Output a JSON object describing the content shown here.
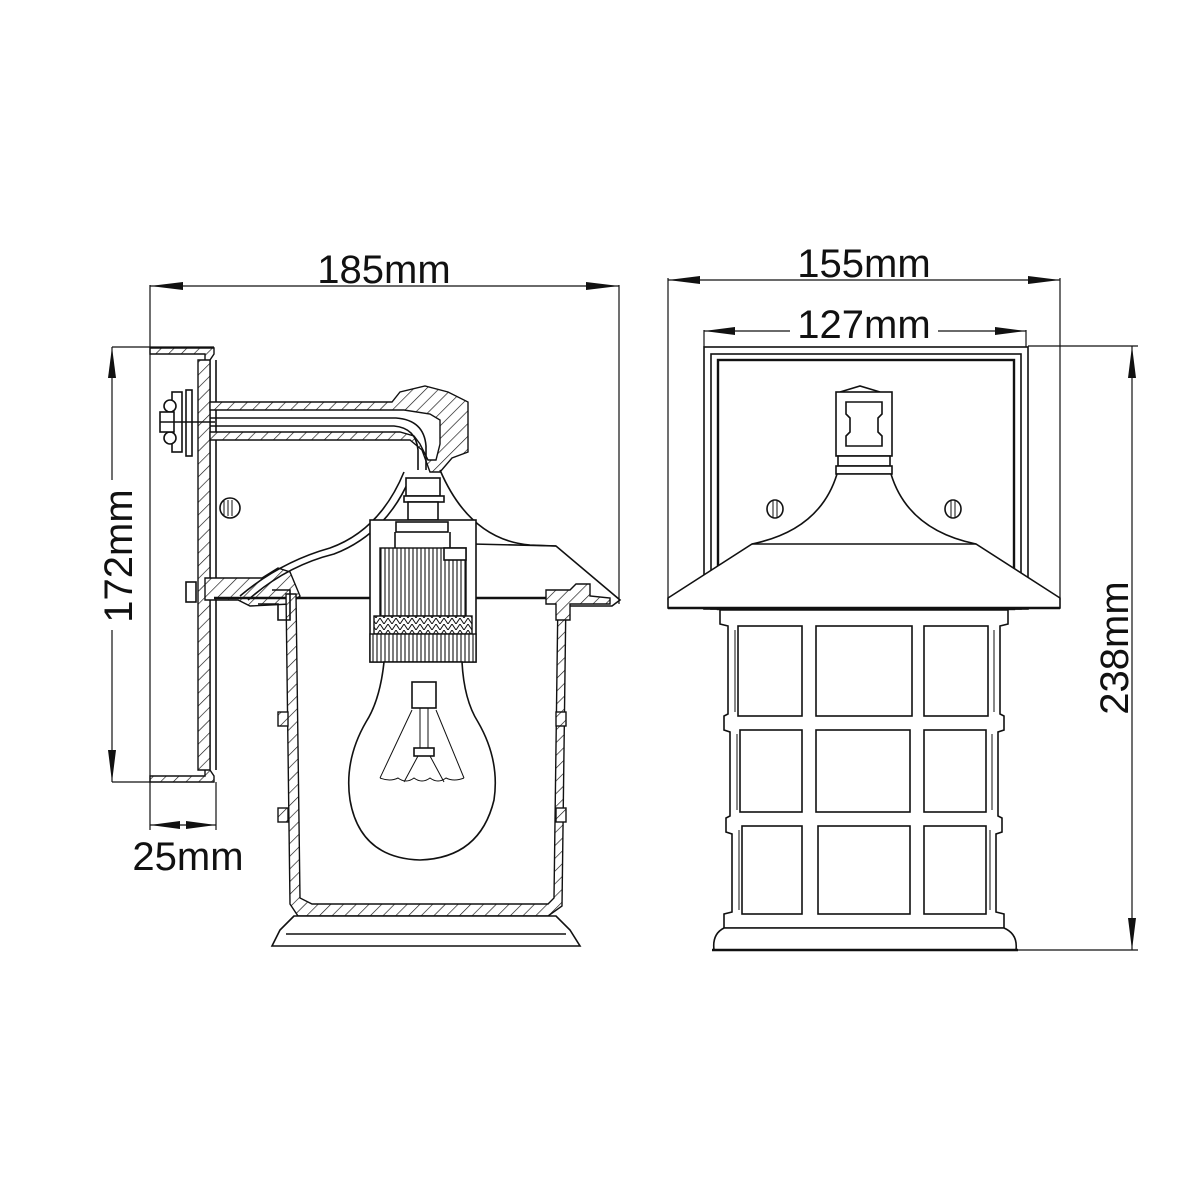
{
  "drawing": {
    "subject": "wall lantern dimension drawing",
    "stroke_color": "#111111",
    "background_color": "#ffffff",
    "views": [
      {
        "id": "side-section",
        "label": "Side section view"
      },
      {
        "id": "front-elevation",
        "label": "Front elevation view"
      }
    ]
  },
  "dimensions": {
    "side_projection": {
      "value": 185,
      "unit": "mm",
      "label": "185mm",
      "orientation": "horizontal"
    },
    "backplate_height": {
      "value": 172,
      "unit": "mm",
      "label": "172mm",
      "orientation": "vertical"
    },
    "backplate_depth": {
      "value": 25,
      "unit": "mm",
      "label": "25mm",
      "orientation": "horizontal"
    },
    "overall_width": {
      "value": 155,
      "unit": "mm",
      "label": "155mm",
      "orientation": "horizontal"
    },
    "backplate_width": {
      "value": 127,
      "unit": "mm",
      "label": "127mm",
      "orientation": "horizontal"
    },
    "overall_height": {
      "value": 238,
      "unit": "mm",
      "label": "238mm",
      "orientation": "vertical"
    }
  },
  "front_view": {
    "grid_rows": 3,
    "grid_cols": 3
  }
}
